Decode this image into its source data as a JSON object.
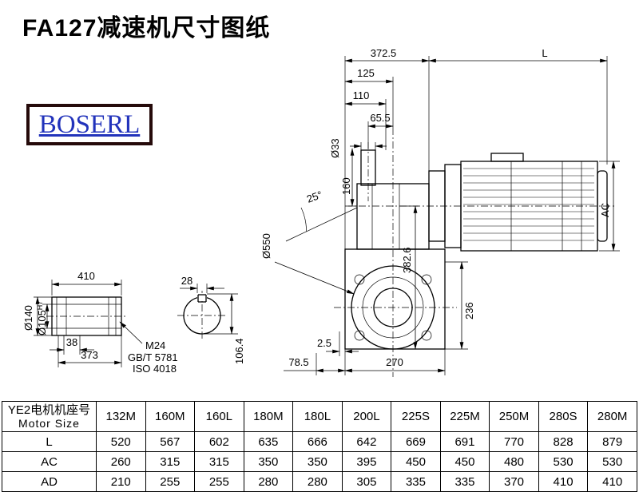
{
  "page": {
    "title": "FA127减速机尺寸图纸",
    "logo": "BOSERL"
  },
  "drawing": {
    "dims": {
      "d372_5": "372.5",
      "dL": "L",
      "d125": "125",
      "d110": "110",
      "d65_5": "65.5",
      "d33": "Ø33",
      "d160": "160",
      "angle": "25°",
      "d550": "Ø550",
      "d382_6": "382.6",
      "dAC": "AC",
      "d236": "236",
      "d2_5": "2.5",
      "d78_5": "78.5",
      "d270": "270",
      "d410": "410",
      "d28": "28",
      "d140": "Ø140",
      "d105": "Ø105",
      "d105_tol": "H7",
      "d38": "38",
      "d373": "373",
      "thread": "M24",
      "std_gb": "GB/T 5781",
      "std_iso": "ISO 4018",
      "d106_4": "106.4"
    }
  },
  "table": {
    "header_cn": "YE2电机机座号",
    "header_en": "Motor Size",
    "columns": [
      "132M",
      "160M",
      "160L",
      "180M",
      "180L",
      "200L",
      "225S",
      "225M",
      "250M",
      "280S",
      "280M"
    ],
    "rows": [
      {
        "label": "L",
        "values": [
          520,
          567,
          602,
          635,
          666,
          642,
          669,
          691,
          770,
          828,
          879
        ]
      },
      {
        "label": "AC",
        "values": [
          260,
          315,
          315,
          350,
          350,
          395,
          450,
          450,
          480,
          530,
          530
        ]
      },
      {
        "label": "AD",
        "values": [
          210,
          255,
          255,
          280,
          280,
          305,
          335,
          335,
          370,
          410,
          410
        ]
      }
    ]
  }
}
